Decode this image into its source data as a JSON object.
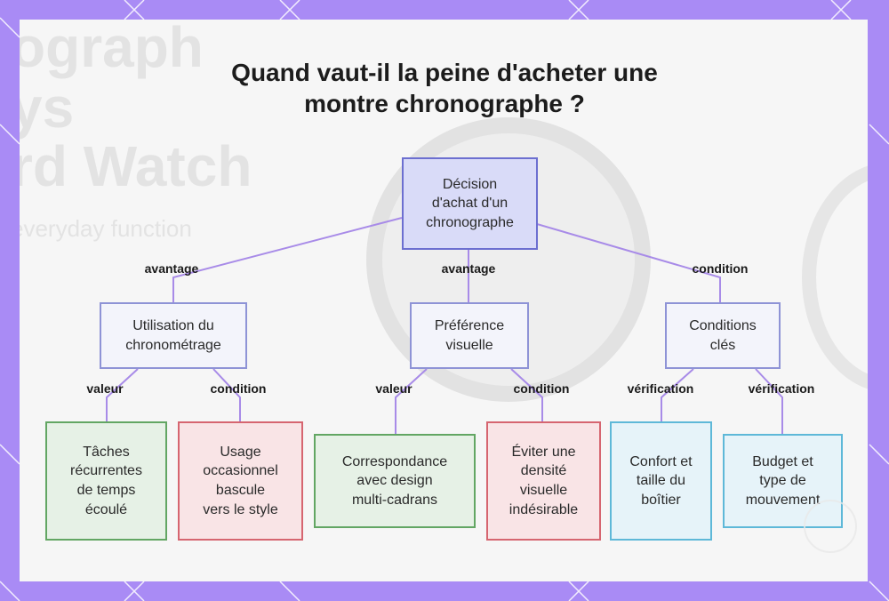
{
  "title_line1": "Quand vaut-il la peine d'acheter une",
  "title_line2": "montre chronographe ?",
  "watermark": {
    "lines": [
      "ograph",
      "ys",
      "rd Watch",
      "everyday function"
    ]
  },
  "nodes": {
    "root": {
      "lines": [
        "Décision",
        "d'achat d'un",
        "chronographe"
      ]
    },
    "utilisation": {
      "lines": [
        "Utilisation du",
        "chronométrage"
      ]
    },
    "preference": {
      "lines": [
        "Préférence",
        "visuelle"
      ]
    },
    "conditions": {
      "lines": [
        "Conditions",
        "clés"
      ]
    },
    "taches": {
      "lines": [
        "Tâches",
        "récurrentes",
        "de temps",
        "écoulé"
      ]
    },
    "usage": {
      "lines": [
        "Usage",
        "occasionnel",
        "bascule",
        "vers le style"
      ]
    },
    "correspondance": {
      "lines": [
        "Correspondance",
        "avec design",
        "multi-cadrans"
      ]
    },
    "eviter": {
      "lines": [
        "Éviter une",
        "densité",
        "visuelle",
        "indésirable"
      ]
    },
    "confort": {
      "lines": [
        "Confort et",
        "taille du",
        "boîtier"
      ]
    },
    "budget": {
      "lines": [
        "Budget et",
        "type de",
        "mouvement"
      ]
    }
  },
  "edge_labels": {
    "root_utilisation": "avantage",
    "root_preference": "avantage",
    "root_conditions": "condition",
    "utilisation_taches": "valeur",
    "utilisation_usage": "condition",
    "preference_correspondance": "valeur",
    "preference_eviter": "condition",
    "conditions_confort": "vérification",
    "conditions_budget": "vérification"
  },
  "colors": {
    "frame": "#a98bf5",
    "connector": "#a88be8",
    "root_fill": "#d9dbf8",
    "green_border": "#62a663",
    "red_border": "#d66570",
    "cyan_border": "#5eb8d8"
  }
}
